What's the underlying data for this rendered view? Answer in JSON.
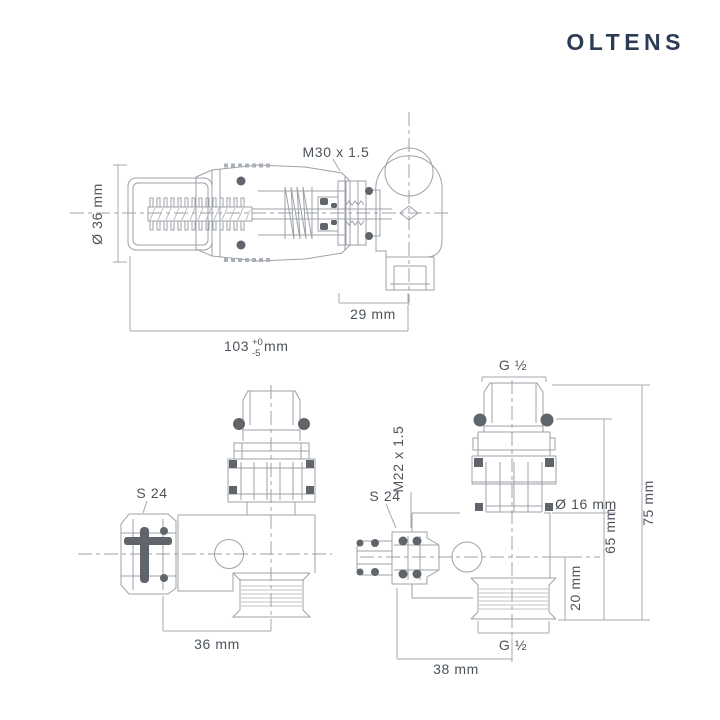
{
  "brand": {
    "logo_text": "OLTENS",
    "logo_color": "#2d3c55"
  },
  "drawing_colors": {
    "line": "#9ca2a8",
    "dark_fill": "#5f656a",
    "text": "#4c535a"
  },
  "top_drawing": {
    "thread_label": "M30 x 1.5",
    "diameter_label": "Ø 36 mm",
    "outlet_width_label": "29 mm",
    "length": {
      "value": "103",
      "tol_upper": "+0",
      "tol_lower": "-5",
      "unit": "mm"
    }
  },
  "side_view": {
    "wrench_label": "S 24",
    "depth_label": "36 mm"
  },
  "front_view": {
    "top_thread_label": "G ½",
    "bottom_thread_label": "G ½",
    "union_thread_label": "M22 x 1.5",
    "wrench_label": "S 24",
    "pipe_diameter_label": "Ø 16 mm",
    "height_65_label": "65 mm",
    "height_75_label": "75 mm",
    "height_20_label": "20 mm",
    "depth_38_label": "38 mm"
  }
}
